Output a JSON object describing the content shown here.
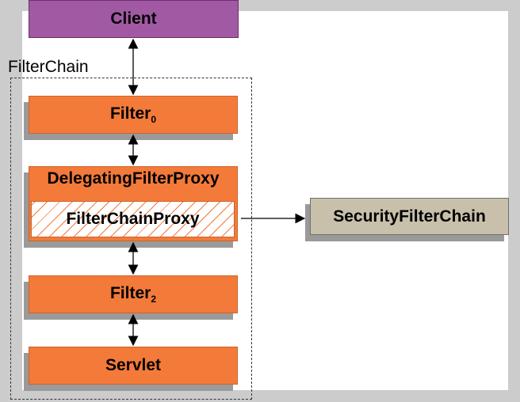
{
  "nodes": {
    "client": "Client",
    "filter_chain": "FilterChain",
    "filter0_base": "Filter",
    "filter0_sub": "0",
    "delegating": "DelegatingFilterProxy",
    "filter_chain_proxy": "FilterChainProxy",
    "filter2_base": "Filter",
    "filter2_sub": "2",
    "servlet": "Servlet",
    "security_filter_chain": "SecurityFilterChain"
  },
  "colors": {
    "client": "#a259a4",
    "filter": "#f47a3a",
    "security_filter_chain": "#c8c0ab",
    "background": "#cccccc"
  }
}
